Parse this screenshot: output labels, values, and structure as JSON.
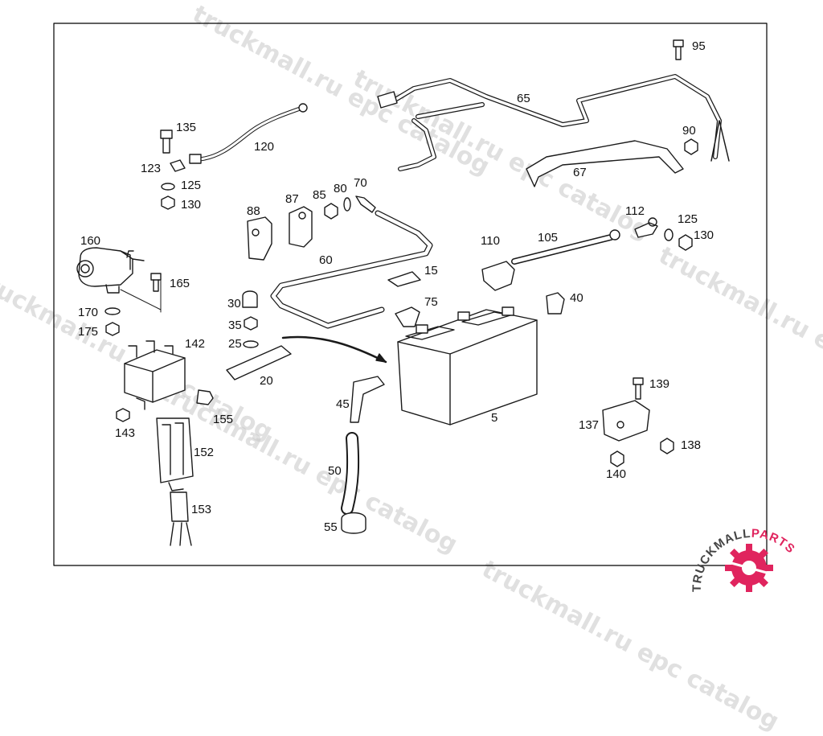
{
  "watermark": "truckmall.ru epc catalog",
  "logo": {
    "text_left": "TRUCKMALL",
    "text_right": "PARTS",
    "accent": "#e0245e"
  },
  "colors": {
    "line": "#1a1a1a",
    "frame": "#000000",
    "watermark": "#c8c8c8"
  },
  "callouts": {
    "p5": "5",
    "p15": "15",
    "p20": "20",
    "p25": "25",
    "p30": "30",
    "p35": "35",
    "p40": "40",
    "p45": "45",
    "p50": "50",
    "p55": "55",
    "p60": "60",
    "p65": "65",
    "p67": "67",
    "p70": "70",
    "p75": "75",
    "p80": "80",
    "p85": "85",
    "p87": "87",
    "p88": "88",
    "p90": "90",
    "p95": "95",
    "p105": "105",
    "p110": "110",
    "p112": "112",
    "p120": "120",
    "p123": "123",
    "p125a": "125",
    "p125b": "125",
    "p130a": "130",
    "p130b": "130",
    "p135": "135",
    "p137": "137",
    "p138": "138",
    "p139": "139",
    "p140": "140",
    "p142": "142",
    "p143": "143",
    "p152": "152",
    "p153": "153",
    "p155": "155",
    "p160": "160",
    "p165": "165",
    "p170": "170",
    "p175": "175"
  }
}
